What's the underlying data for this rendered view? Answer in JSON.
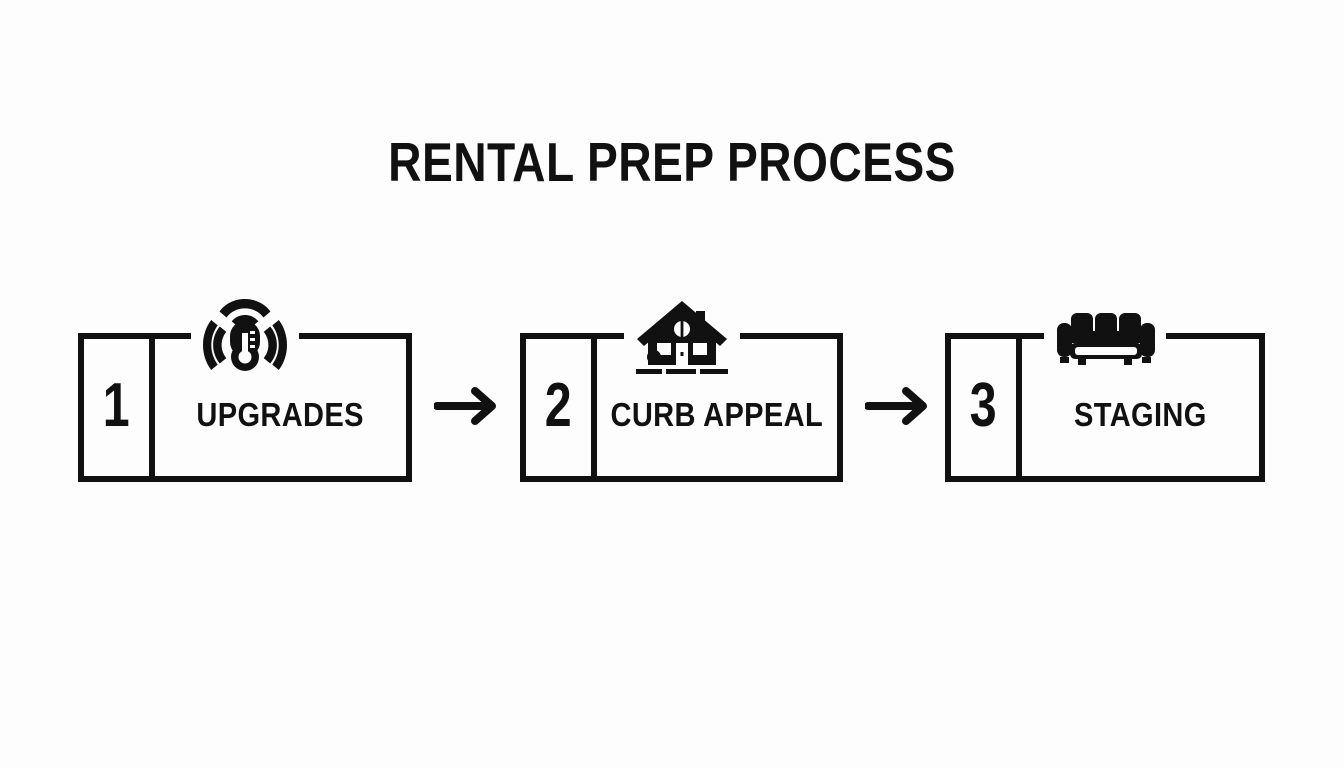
{
  "page": {
    "title": "RENTAL PREP PROCESS",
    "background_color": "#fdfdfd",
    "ink_color": "#111111"
  },
  "diagram": {
    "type": "linear-process-flow",
    "orientation": "horizontal",
    "step_count": 3,
    "connector": "arrow-right",
    "steps": [
      {
        "number": "1",
        "label": "UPGRADES",
        "icon": "smart-thermostat-icon"
      },
      {
        "number": "2",
        "label": "CURB APPEAL",
        "icon": "house-icon"
      },
      {
        "number": "3",
        "label": "STAGING",
        "icon": "sofa-icon"
      }
    ],
    "arrows": [
      {
        "name": "arrow-step1-to-step2",
        "glyph": "→"
      },
      {
        "name": "arrow-step2-to-step3",
        "glyph": "→"
      }
    ]
  }
}
